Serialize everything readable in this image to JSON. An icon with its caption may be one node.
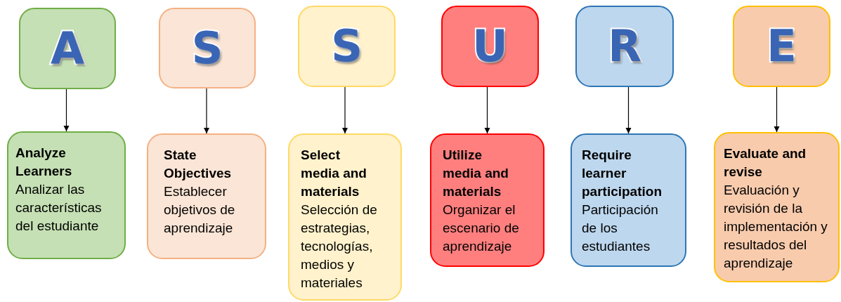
{
  "diagram": {
    "nodes": [
      {
        "text": [
          "A"
        ]
      },
      {
        "text": [
          "S"
        ]
      },
      {
        "text": [
          "S"
        ]
      },
      {
        "text": [
          "U"
        ]
      },
      {
        "text": [
          "R"
        ]
      },
      {
        "text": [
          "E"
        ]
      },
      {
        "text": [
          "Analyze Learners",
          "Analizar las características del estudiante"
        ]
      },
      {
        "text": [
          "State Objectives",
          "Establecer objetivos de aprendizaje"
        ]
      },
      {
        "text": [
          "Select media and materials",
          "Selección de estrategias, tecnologías, medios y materiales"
        ]
      },
      {
        "text": [
          "Utilize media and materials",
          "Organizar el escenario de aprendizaje"
        ]
      },
      {
        "text": [
          "Require learner participation",
          "Participación de los estudiantes"
        ]
      },
      {
        "text": [
          "Evaluate and revise",
          "Evaluación y revisión de la implementación y resultados del aprendizaje"
        ]
      }
    ],
    "edges": [
      {
        "from": 0,
        "to": 6,
        "arrow": "to"
      },
      {
        "from": 1,
        "to": 7,
        "arrow": "to"
      },
      {
        "from": 2,
        "to": 8,
        "arrow": "to"
      },
      {
        "from": 3,
        "to": 9,
        "arrow": "to"
      },
      {
        "from": 4,
        "to": 10,
        "arrow": "to"
      },
      {
        "from": 5,
        "to": 11,
        "arrow": "to"
      }
    ]
  }
}
